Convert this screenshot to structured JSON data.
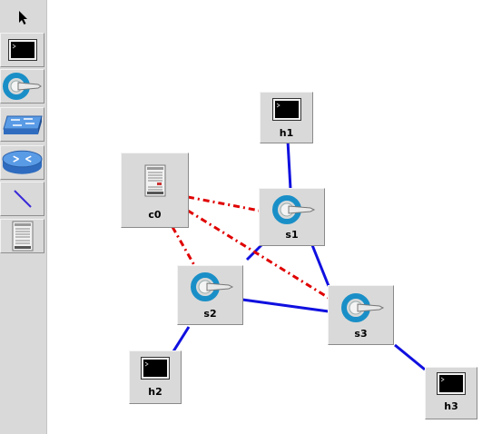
{
  "toolbar": {
    "tools": [
      {
        "name": "select-tool",
        "icon": "arrow-pointer-icon"
      },
      {
        "name": "host-tool",
        "icon": "terminal-icon"
      },
      {
        "name": "switch-tool",
        "icon": "openflow-switch-icon"
      },
      {
        "name": "legacy-switch-tool",
        "icon": "legacy-switch-icon"
      },
      {
        "name": "legacy-router-tool",
        "icon": "router-icon"
      },
      {
        "name": "netlink-tool",
        "icon": "link-line-icon"
      },
      {
        "name": "controller-tool",
        "icon": "server-icon"
      }
    ]
  },
  "nodes": {
    "h1": {
      "label": "h1",
      "icon": "terminal-icon"
    },
    "c0": {
      "label": "c0",
      "icon": "server-icon"
    },
    "s1": {
      "label": "s1",
      "icon": "openflow-switch-icon"
    },
    "s2": {
      "label": "s2",
      "icon": "openflow-switch-icon"
    },
    "s3": {
      "label": "s3",
      "icon": "openflow-switch-icon"
    },
    "h2": {
      "label": "h2",
      "icon": "terminal-icon"
    },
    "h3": {
      "label": "h3",
      "icon": "terminal-icon"
    }
  },
  "colors": {
    "data_link": "#1010e0",
    "control_link": "#e00000",
    "switch_icon": "#1a8fc7",
    "legacy_icon": "#3b7fd6"
  }
}
